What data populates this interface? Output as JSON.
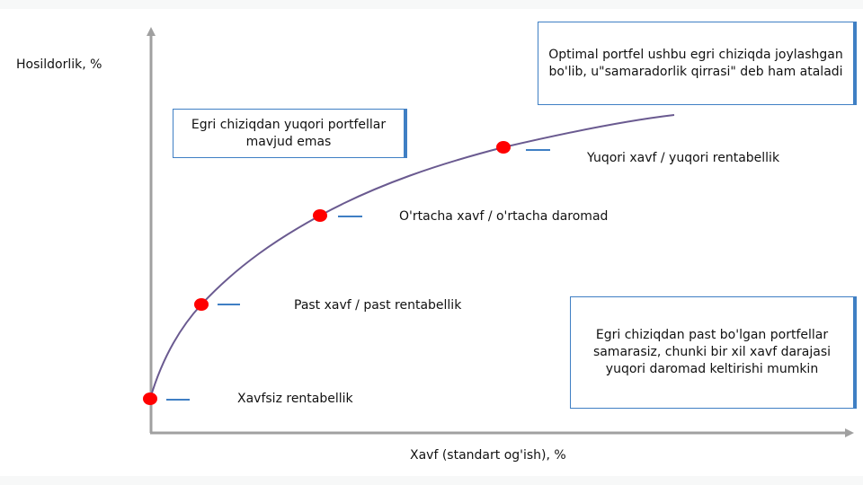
{
  "axes": {
    "y_label": "Hosildorlik, %",
    "x_label": "Xavf (standart og'ish), %"
  },
  "points": [
    {
      "label": "Xavfsiz rentabellik"
    },
    {
      "label": "Past xavf / past rentabellik"
    },
    {
      "label": "O'rtacha xavf / o'rtacha daromad"
    },
    {
      "label": "Yuqori xavf / yuqori rentabellik"
    }
  ],
  "callouts": {
    "optimal": "Optimal portfel ushbu egri chiziqda joylashgan bo'lib, u\"samaradorlik qirrasi\" deb ham ataladi",
    "above": "Egri chiziqdan yuqori portfellar mavjud emas",
    "below": "Egri chiziqdan past bo'lgan portfellar samarasiz, chunki bir xil xavf darajasi yuqori daromad keltirishi mumkin"
  },
  "colors": {
    "curve": "#6a5a90",
    "point": "#ff0000",
    "tick": "#3f7fc4",
    "axis": "#a0a0a0"
  }
}
